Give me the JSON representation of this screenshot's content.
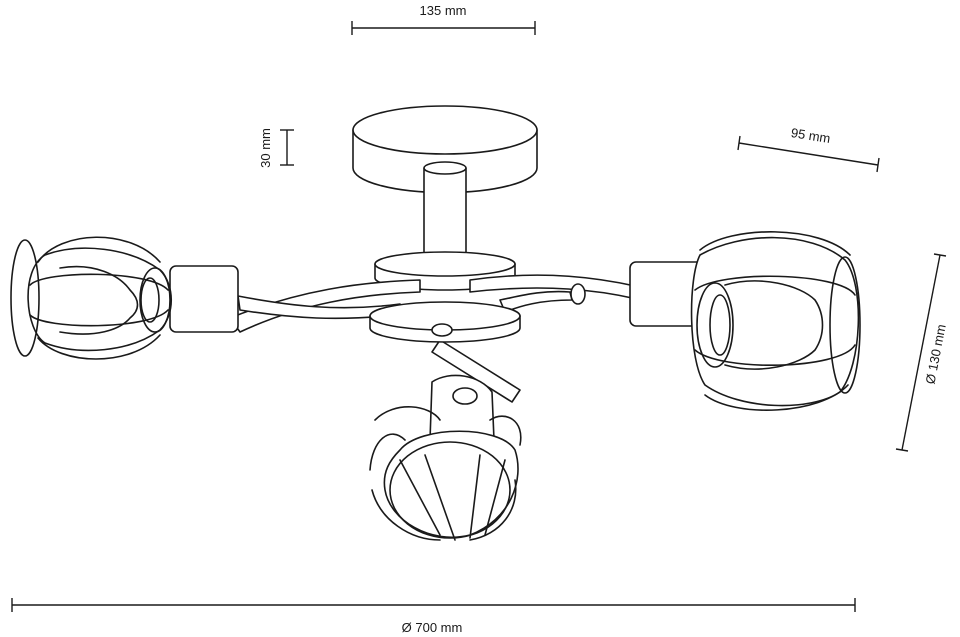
{
  "dimensions": {
    "canopy_width": "135 mm",
    "canopy_height": "30 mm",
    "shade_depth": "95 mm",
    "shade_diameter": "Ø 130 mm",
    "overall_diameter": "Ø 700 mm"
  },
  "colors": {
    "ink": "#1a1a1a",
    "background": "#ffffff"
  }
}
